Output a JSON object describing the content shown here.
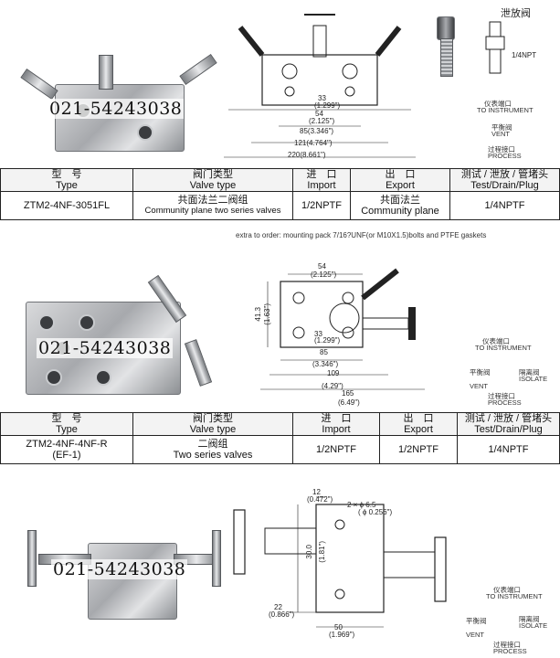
{
  "phone": "021-54243038",
  "vent_label": "泄放阀",
  "vent_thread": "1/4NPT",
  "extra_note": "extra to order: mounting pack 7/16?UNF(or M10X1.5)bolts and PTFE gaskets",
  "headers": {
    "type_cn": "型　号",
    "type_en": "Type",
    "valve_cn": "阀门类型",
    "valve_en": "Valve type",
    "import_cn": "进　口",
    "import_en": "Import",
    "export_cn": "出　口",
    "export_en": "Export",
    "test_cn": "测试 / 泄放 / 管堵头",
    "test_en": "Test/Drain/Plug"
  },
  "products": [
    {
      "model": "ZTM2-4NF-3051FL",
      "valve_cn": "共面法兰二阀组",
      "valve_en": "Community plane two series valves",
      "import": "1/2NPTF",
      "export_cn": "共面法兰",
      "export_en": "Community plane",
      "test": "1/4NPTF",
      "dims": [
        "33",
        "(1.299\")",
        "54",
        "(2.125\")",
        "85(3.346\")",
        "121(4.764\")",
        "220(8.661\")"
      ]
    },
    {
      "model": "ZTM2-4NF-4NF-R",
      "model2": "(EF-1)",
      "valve_cn": "二阀组",
      "valve_en": "Two series valves",
      "import": "1/2NPTF",
      "export": "1/2NPTF",
      "test": "1/4NPTF",
      "dims": [
        "54",
        "(2.125\")",
        "41.3",
        "(1.63\")",
        "33",
        "(1.299\")",
        "85",
        "(3.346\")",
        "109",
        "(4.29\")",
        "165",
        "(6.49\")"
      ]
    },
    {
      "dims": [
        "12",
        "(0.472\")",
        "2 × ϕ 6.5",
        "( ϕ 0.256\")",
        "30.0",
        "(1.81\")",
        "22",
        "(0.866\")",
        "50",
        "(1.969\")"
      ]
    }
  ],
  "legend": {
    "instrument": "仪表端口",
    "instrument_en": "TO INSTRUMENT",
    "vent": "平衡阀",
    "vent_en": "VENT",
    "isolate": "隔离阀",
    "isolate_en": "ISOLATE",
    "process": "过程接口",
    "process_en": "PROCESS"
  }
}
